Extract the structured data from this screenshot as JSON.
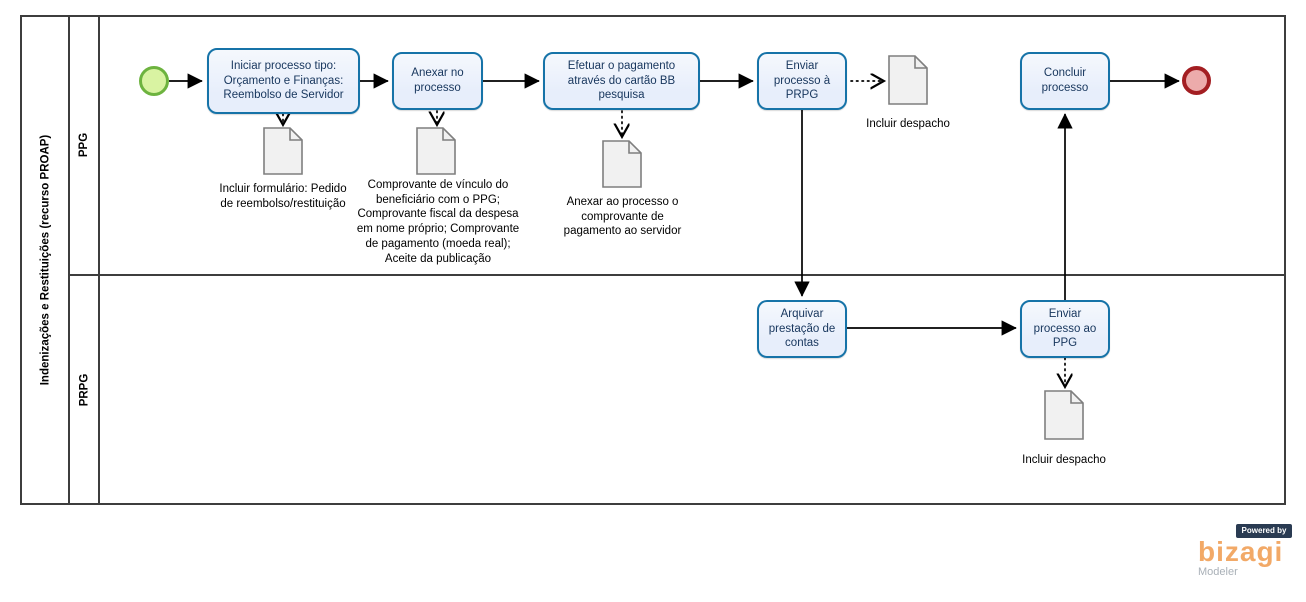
{
  "colors": {
    "task_fill": "#e7eefb",
    "task_border": "#1673a8",
    "task_text": "#17365d",
    "start_fill": "#d9f3a2",
    "start_border": "#6db33f",
    "end_fill": "#ecabab",
    "end_border": "#a31e22",
    "doc_fill": "#f1f1f1",
    "doc_border": "#7f7f7f",
    "powered_navy": "#2a3b52",
    "bizagi_orange": "#f2a967"
  },
  "pool": {
    "title": "Indenizações e Restituições (recurso PROAP)",
    "lanes": [
      "PPG",
      "PRPG"
    ]
  },
  "tasks": {
    "iniciar": "Iniciar processo tipo: Orçamento e Finanças: Reembolso de Servidor",
    "anexar": "Anexar no processo",
    "efetuar": "Efetuar o pagamento através do cartão BB pesquisa",
    "enviar_prpg": "Enviar processo à PRPG",
    "concluir": "Concluir processo",
    "arquivar": "Arquivar prestação de contas",
    "enviar_ppg": "Enviar processo ao PPG"
  },
  "documents": {
    "formulario": "Incluir formulário: Pedido de reembolso/restituição",
    "comprovantes": "Comprovante de vínculo do beneficiário com o PPG; Comprovante fiscal da despesa em nome próprio; Comprovante de pagamento (moeda real); Aceite da publicação",
    "comprovante_pagamento": "Anexar ao processo o comprovante de pagamento ao servidor",
    "despacho_prpg": "Incluir despacho",
    "despacho_ppg": "Incluir despacho"
  },
  "branding": {
    "powered_by": "Powered by",
    "logo_text": "bizagi",
    "product": "Modeler"
  }
}
